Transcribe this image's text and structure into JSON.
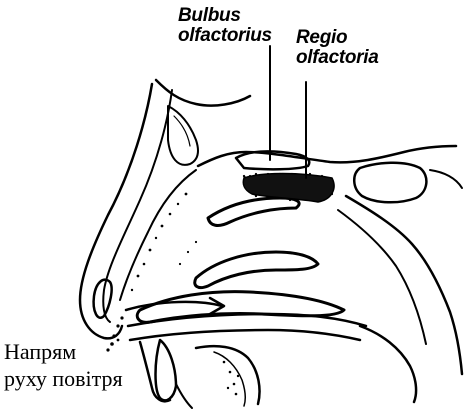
{
  "labels": {
    "bulbus_line1": "Bulbus",
    "bulbus_line2": "olfactorius",
    "regio_line1": "Regio",
    "regio_line2": "olfactoria",
    "airflow_line1": "Напрям",
    "airflow_line2": "руху повітря"
  },
  "colors": {
    "ink": "#000000",
    "background": "#ffffff"
  }
}
